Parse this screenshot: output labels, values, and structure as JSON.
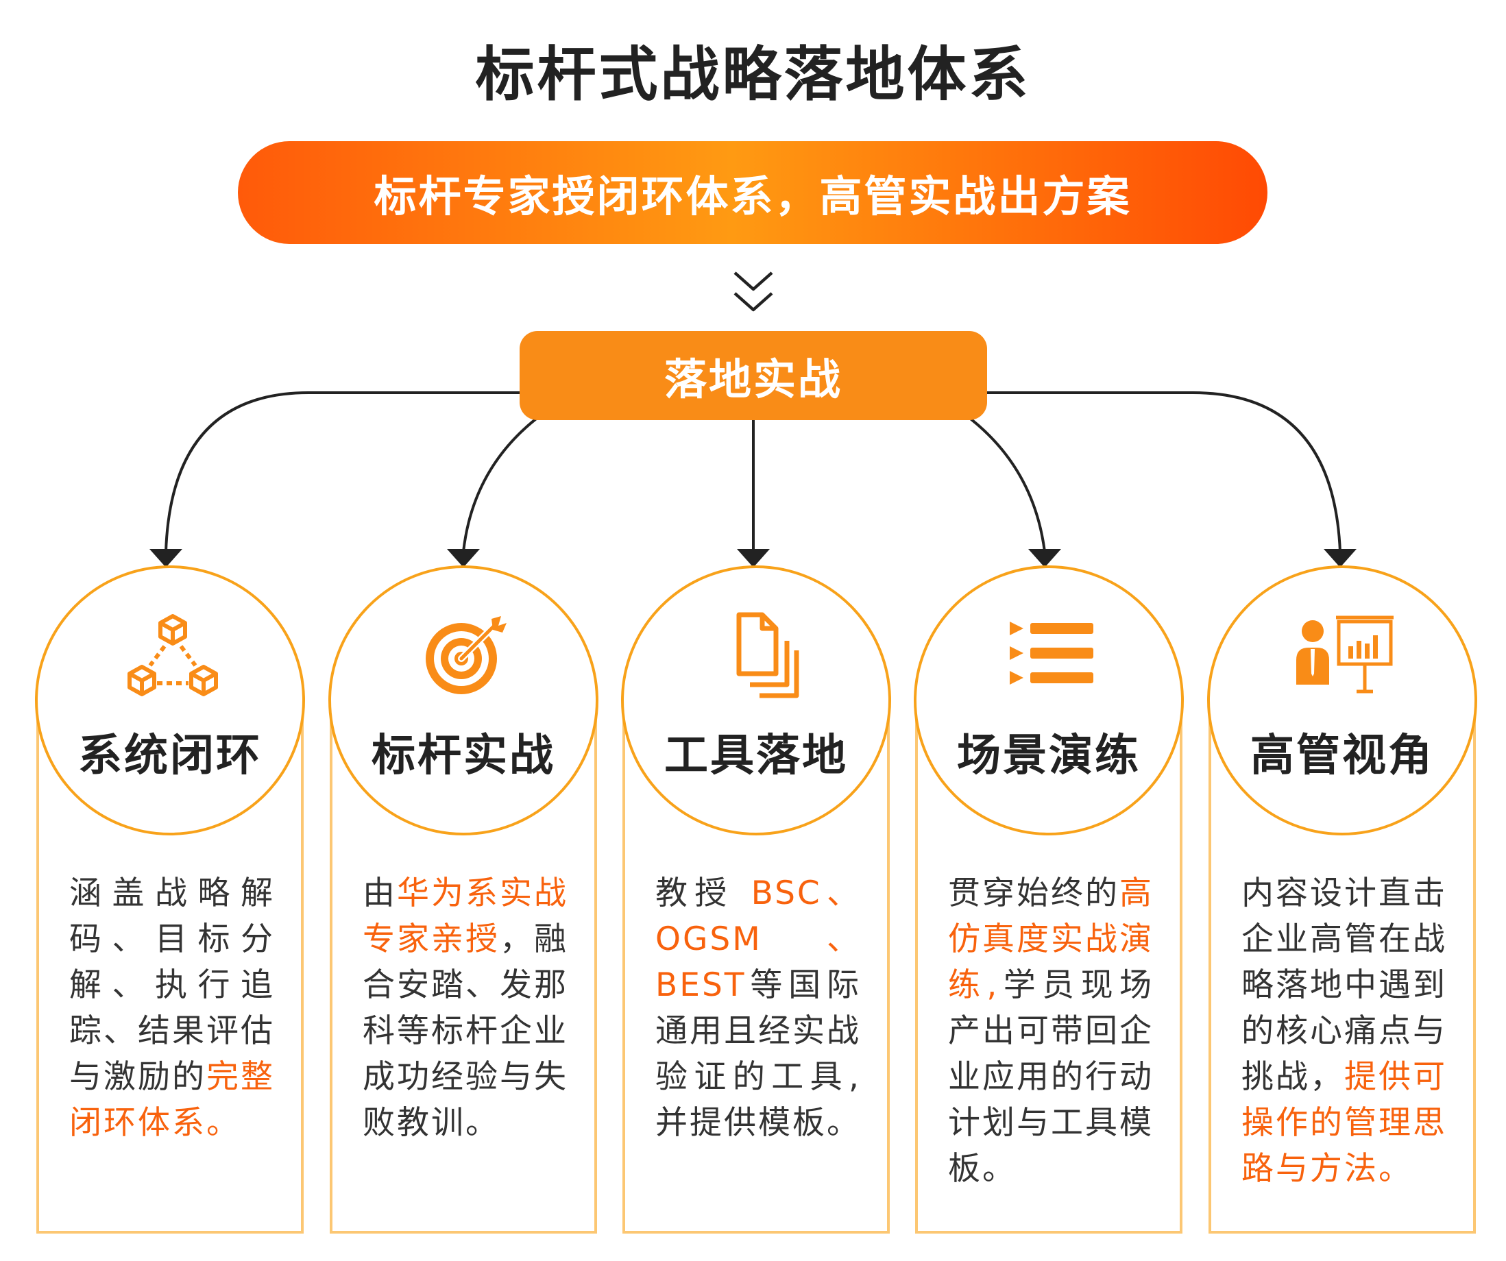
{
  "title": "标杆式战略落地体系",
  "banner": "标杆专家授闭环体系，高管实战出方案",
  "hub": "落地实战",
  "colors": {
    "orange": "#f98c17",
    "highlight": "#f8620d",
    "gradient_start": "#ff5a0a",
    "gradient_end": "#ff4a04",
    "card_border": "#fcc773",
    "circle_border": "#f8a21a"
  },
  "cards": [
    {
      "icon": "network-cubes-icon",
      "title": "系统闭环",
      "desc": {
        "before": "涵盖战略解码、目标分解、执行追踪、结果评估与激励的",
        "highlight": "完整闭环体系。",
        "after": ""
      }
    },
    {
      "icon": "target-dart-icon",
      "title": "标杆实战",
      "desc": {
        "before": "由",
        "highlight": "华为系实战专家亲授",
        "after": "，融合安踏、发那科等标杆企业成功经验与失败教训。"
      }
    },
    {
      "icon": "documents-icon",
      "title": "工具落地",
      "desc": {
        "before": "教授",
        "highlight": "BSC、OGSM、BEST",
        "after": "等国际通用且经实战验证的工具,并提供模板。"
      }
    },
    {
      "icon": "list-icon",
      "title": "场景演练",
      "desc": {
        "before": "贯穿始终的",
        "highlight": "高仿真度实战演练,",
        "after": "学员现场产出可带回企业应用的行动计划与工具模板。"
      }
    },
    {
      "icon": "presenter-chart-icon",
      "title": "高管视角",
      "desc": {
        "before": "内容设计直击企业高管在战略落地中遇到的核心痛点与挑战，",
        "highlight": "提供可操作的管理思路与方法。",
        "after": ""
      }
    }
  ]
}
